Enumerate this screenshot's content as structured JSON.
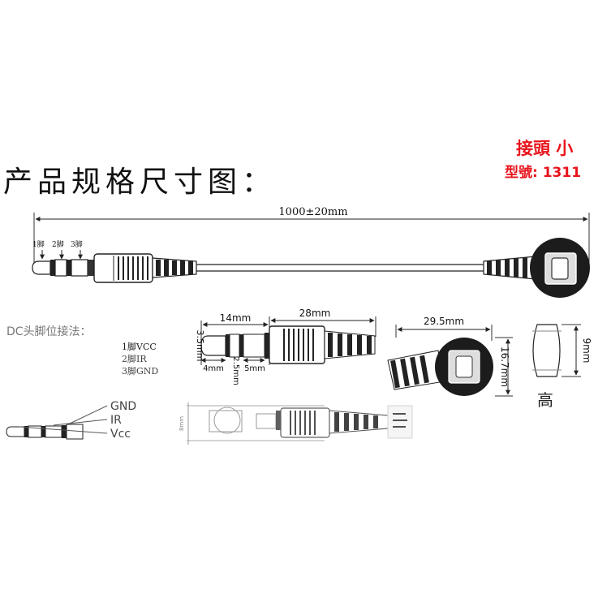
{
  "header": {
    "title": "产品规格尺寸图：",
    "badge_line1": "接頭 小",
    "badge_line2": "型號: 1311",
    "badge_color": "#e8141c"
  },
  "overall": {
    "length_label": "1000±20mm",
    "pin1": "1脚",
    "pin2": "2脚",
    "pin3": "3脚"
  },
  "wiring": {
    "heading": "DC头脚位接法：",
    "pin_vcc": "1脚VCC",
    "pin_ir": "2脚IR",
    "pin_gnd": "3脚GND",
    "gnd": "GND",
    "ir": "IR",
    "vcc": "Vcc"
  },
  "plug_dims": {
    "len_14": "14mm",
    "len_28": "28mm",
    "dia_35": "3.5mm",
    "len_4": "4mm",
    "len_25": "2.5mm",
    "len_5": "5mm",
    "side_8": "8mm"
  },
  "receiver_dims": {
    "width": "29.5mm",
    "height": "16.7mm",
    "thickness": "9mm",
    "caption": "高"
  }
}
